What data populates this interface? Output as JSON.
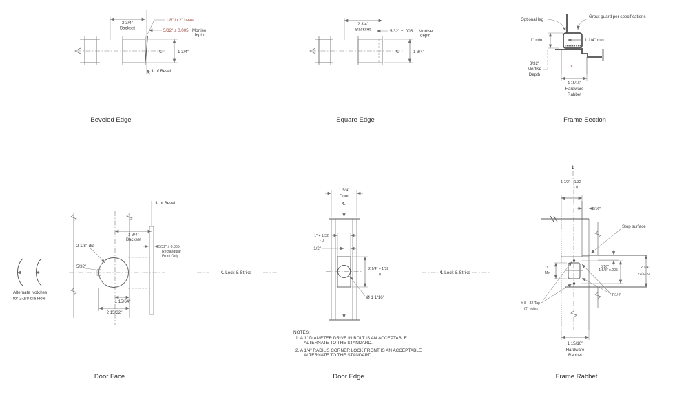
{
  "colors": {
    "line": "#6e6e6e",
    "text": "#3d3d3d",
    "red": "#9c4a40",
    "background": "#ffffff"
  },
  "captions": {
    "beveled_edge": "Beveled Edge",
    "square_edge": "Square Edge",
    "frame_section": "Frame Section",
    "door_face": "Door Face",
    "door_edge": "Door Edge",
    "frame_rabbet": "Frame Rabbet"
  },
  "beveled_edge": {
    "backset_dim": "2 3/4\"",
    "backset_label": "Backset",
    "bevel_note": "1/8\" in 2\" bevel",
    "mortise_dim": "5/32\" ± 0.005",
    "mortise_word": "Mortise",
    "depth_word": "depth",
    "centerline": "℄",
    "thickness": "1 3/4\"",
    "bevel_cl": "℄ of Bevel"
  },
  "square_edge": {
    "backset_dim": "2 3/4\"",
    "backset_label": "Backset",
    "mortise_dim": "5/32\" ± .005",
    "mortise_word": "Mortise",
    "depth_word": "depth",
    "centerline": "℄",
    "thickness": "1 3/4\""
  },
  "frame_section": {
    "optional_leg": "Optional leg",
    "grout_guard": "Grout guard per specifications",
    "min_height": "1\" min",
    "min_width": "1 1/4\" min",
    "mortise_1": "3/32\"",
    "mortise_2": "Mortise",
    "mortise_3": "Depth",
    "centerline": "℄",
    "rabbet_dim": "1 15/16\"",
    "rabbet_1": "Hardware",
    "rabbet_2": "Rabbet"
  },
  "door_face": {
    "bevel_cl": "℄ of Bevel",
    "backset_dim": "2 3/4\"",
    "backset_label": "Backset",
    "hole_dia": "2 1/8\" dia",
    "notch_dim": "5/32\"",
    "front_dim": "5/32\" ± 0.005",
    "front_l1": "Rectangular",
    "front_l2": "Front Only",
    "dim_center": "1 15/64\"",
    "dim_edge": "2 15/32\"",
    "alt_1": "Alternate Notches",
    "alt_2": "for 2-1/8 dia Hole"
  },
  "lock_strike": {
    "left": "℄ Lock & Strike",
    "right": "℄ Lock & Strike"
  },
  "door_edge": {
    "door_dim": "1 3/4\"",
    "door_label": "Door",
    "centerline": "℄",
    "tol1_a": "1\" + 1/32",
    "tol1_b": "- 0",
    "half": "1/2\"",
    "tol2_a": "2 1/4\" + 1/32",
    "tol2_b": "- 0",
    "hole": "Ø 1 1/16\""
  },
  "notes": {
    "title": "NOTES:",
    "n1a": "1.  A 1\" DIAMETER DRIVE IN BOLT IS AN ACCEPTABLE",
    "n1b": "ALTERNATE TO THE STANDARD.",
    "n2a": "2.  A 1/4\" RADIUS CORNER LOCK FRONT IS AN ACCEPTABLE",
    "n2b": "ALTERNATE TO THE STANDARD."
  },
  "frame_rabbet": {
    "centerline": "℄",
    "tol_top_a": "1 1/2\" + 1/32",
    "tol_top_b": "- 0",
    "dim_916": "9/16\"",
    "stop_surface": "Stop surface",
    "dim_516": "5/16\"",
    "min_a": "1\"",
    "min_b": "Min",
    "dim_158": "1 5/8\" ±.005",
    "dim_214": "2 1/4\"",
    "tol_214": "+1/32  -0",
    "radius": "R1/4\"",
    "tap_a": "# 8 - 32 Tap",
    "tap_b": "(2) holes",
    "rabbet_dim": "1 15/16\"",
    "rabbet_1": "Hardware",
    "rabbet_2": "Rabbet"
  }
}
